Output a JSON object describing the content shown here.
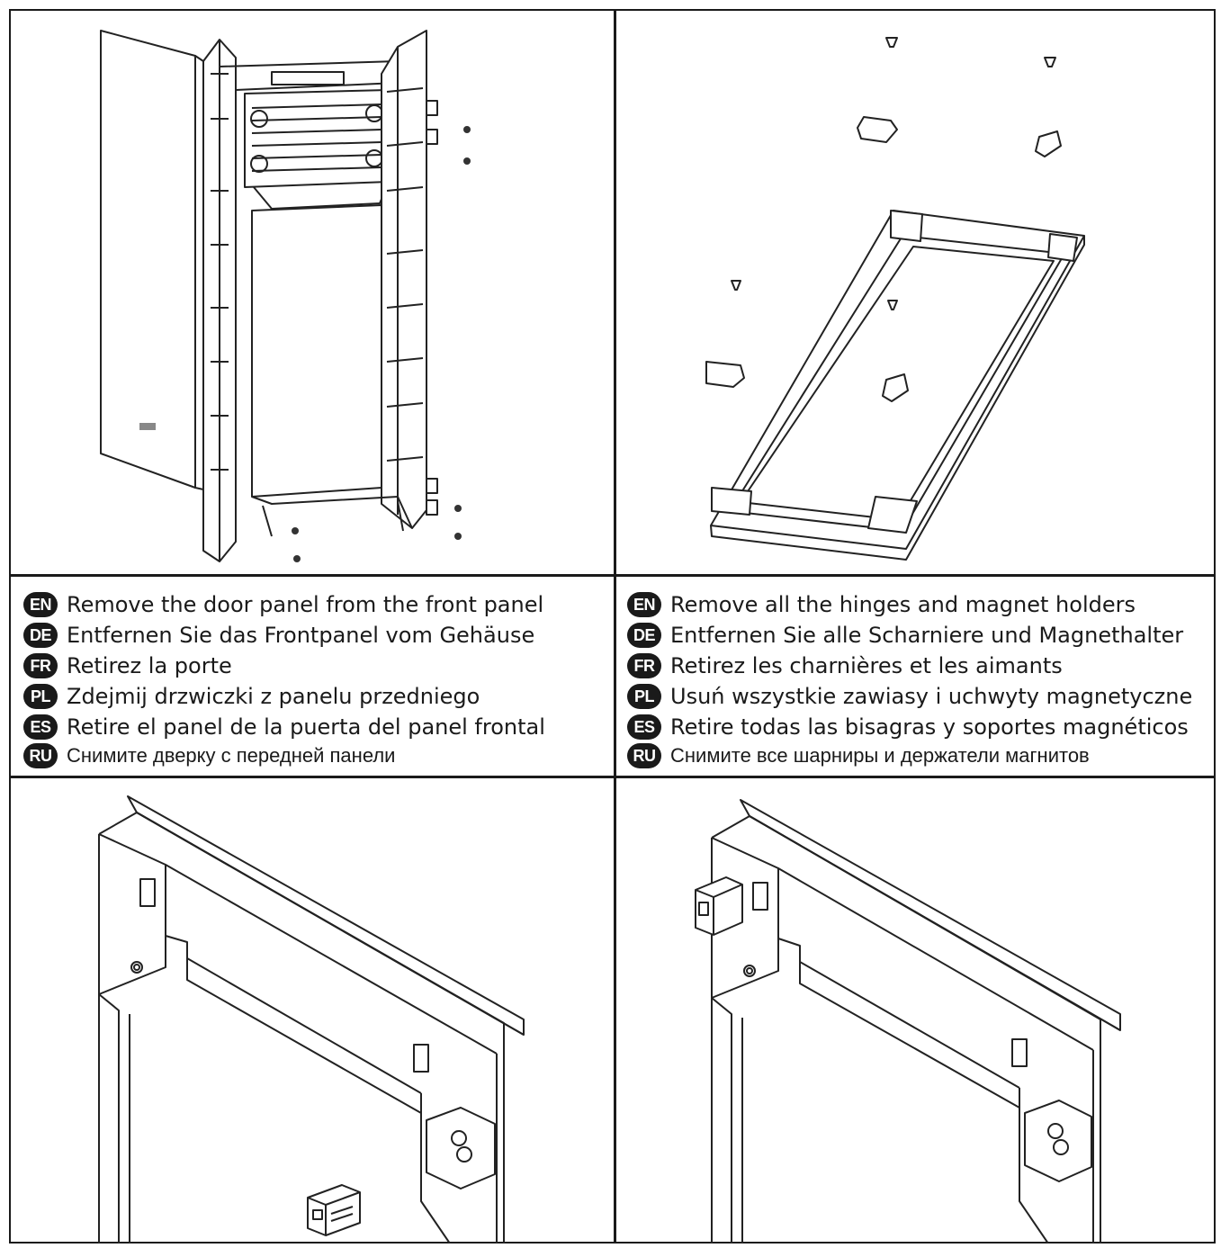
{
  "steps": {
    "left": [
      {
        "lang": "EN",
        "text": "Remove the door panel from the front panel"
      },
      {
        "lang": "DE",
        "text": "Entfernen Sie das Frontpanel vom Gehäuse"
      },
      {
        "lang": "FR",
        "text": "Retirez la porte"
      },
      {
        "lang": "PL",
        "text": "Zdejmij drzwiczki z panelu przedniego"
      },
      {
        "lang": "ES",
        "text": "Retire el panel de la puerta del panel frontal"
      },
      {
        "lang": "RU",
        "text": "Снимите дверку с передней панели"
      }
    ],
    "right": [
      {
        "lang": "EN",
        "text": "Remove all the hinges and magnet holders"
      },
      {
        "lang": "DE",
        "text": "Entfernen Sie alle Scharniere und Magnethalter"
      },
      {
        "lang": "FR",
        "text": "Retirez les charnières et les aimants"
      },
      {
        "lang": "PL",
        "text": "Usuń wszystkie zawiasy i uchwyty magnetyczne"
      },
      {
        "lang": "ES",
        "text": "Retire todas las bisagras y soportes magnéticos"
      },
      {
        "lang": "RU",
        "text": "Снимите все шарниры и держатели магнитов"
      }
    ]
  }
}
